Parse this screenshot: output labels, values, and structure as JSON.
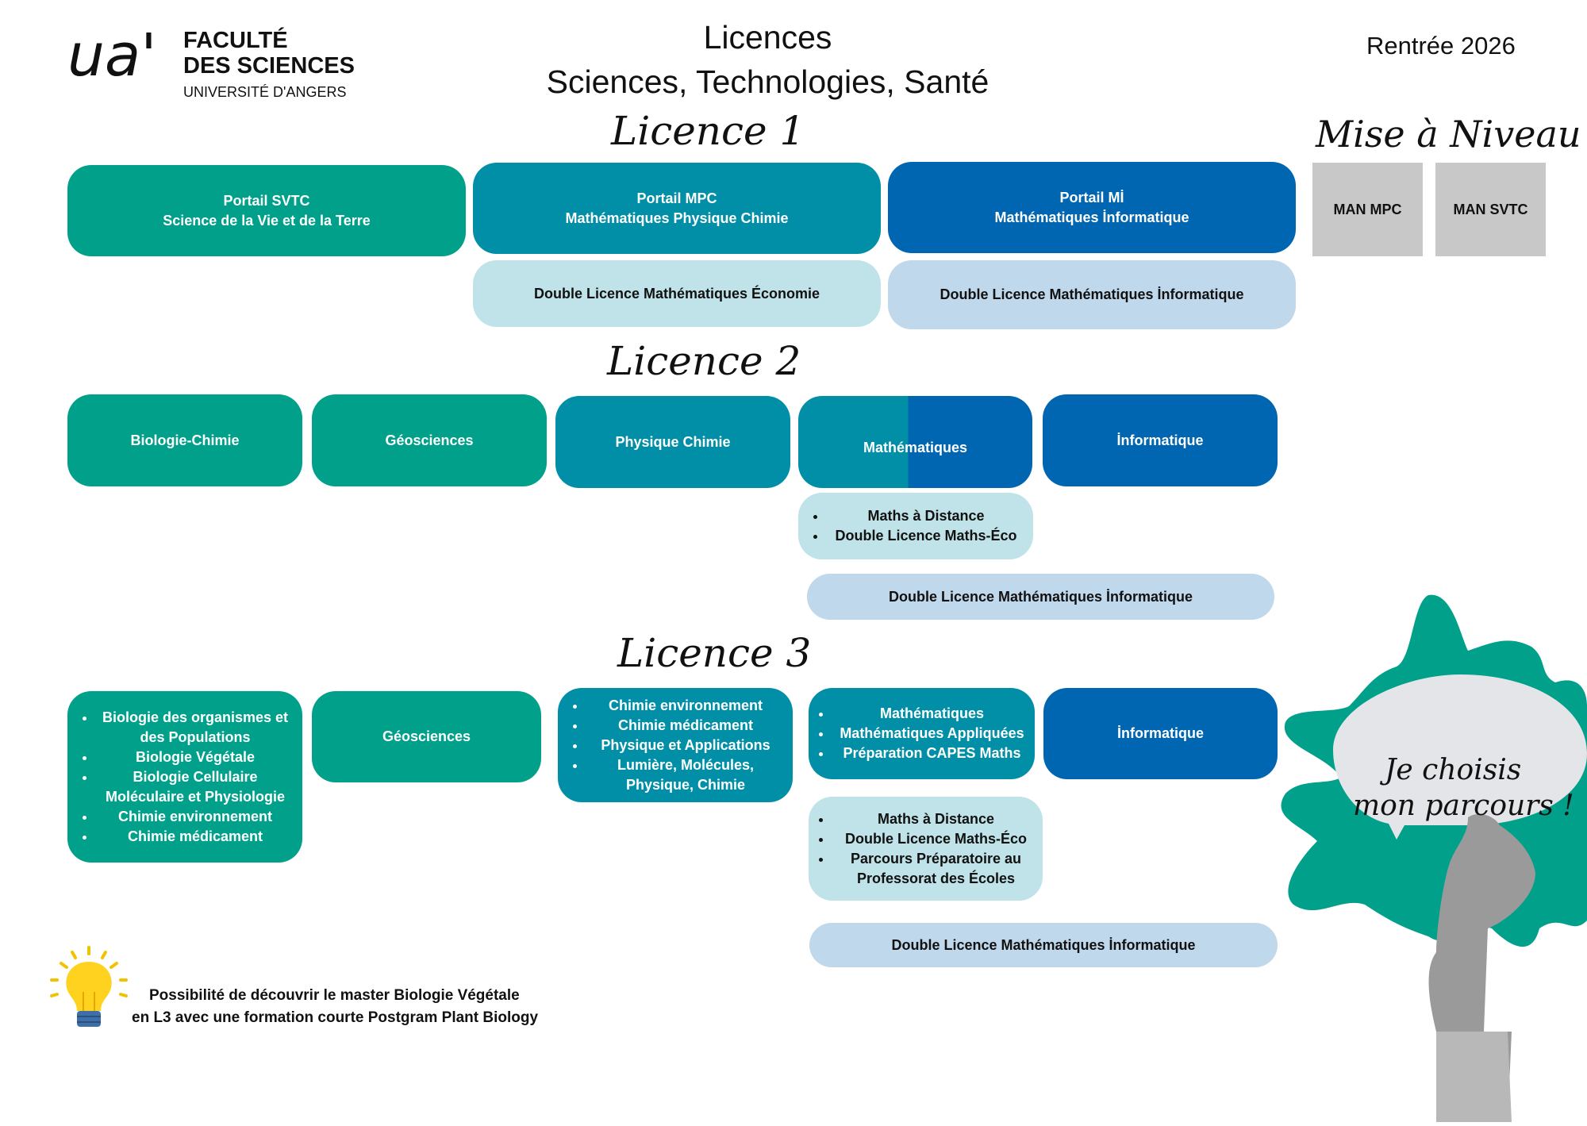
{
  "logo": {
    "mark": "ua'",
    "line1": "FACULTÉ",
    "line2": "DES SCIENCES",
    "line3": "UNIVERSITÉ D'ANGERS"
  },
  "header": {
    "title_line1": "Licences",
    "title_line2": "Sciences, Technologies, Santé",
    "rentree": "Rentrée 2026"
  },
  "colors": {
    "green": "#00a08a",
    "teal": "#008fa6",
    "blue": "#0066b1",
    "light_cyan": "#bfe3e8",
    "light_blue": "#bfd8eb",
    "gray": "#c8c8c8"
  },
  "licence1": {
    "heading": "Licence 1",
    "svtc": {
      "line1": "Portail SVTC",
      "line2": "Science de la Vie et de la Terre"
    },
    "mpc": {
      "line1": "Portail MPC",
      "line2": "Mathématiques Physique Chimie"
    },
    "mi": {
      "line1": "Portail Mİ",
      "line2": "Mathématiques İnformatique"
    },
    "double_math_eco": "Double Licence Mathématiques Économie",
    "double_math_info": "Double Licence Mathématiques İnformatique"
  },
  "mise_a_niveau": {
    "heading": "Mise à Niveau",
    "man_mpc": "MAN MPC",
    "man_svtc": "MAN SVTC"
  },
  "licence2": {
    "heading": "Licence 2",
    "bio_chimie": "Biologie-Chimie",
    "geosciences": "Géosciences",
    "physique_chimie": "Physique Chimie",
    "mathematiques": "Mathématiques",
    "informatique": "İnformatique",
    "math_options": [
      "Maths à Distance",
      "Double Licence Maths-Éco"
    ],
    "double_math_info": "Double Licence Mathématiques İnformatique"
  },
  "licence3": {
    "heading": "Licence 3",
    "bio_list": [
      "Biologie des organismes et des Populations",
      "Biologie Végétale",
      "Biologie Cellulaire Moléculaire et Physiologie",
      "Chimie environnement",
      "Chimie médicament"
    ],
    "geosciences": "Géosciences",
    "chimie_list": [
      "Chimie environnement",
      "Chimie médicament",
      "Physique et Applications",
      "Lumière, Molécules, Physique, Chimie"
    ],
    "math_list": [
      "Mathématiques",
      "Mathématiques Appliquées",
      "Préparation CAPES Maths"
    ],
    "informatique": "İnformatique",
    "math_options": [
      "Maths à Distance",
      "Double Licence Maths-Éco",
      "Parcours Préparatoire au Professorat des Écoles"
    ],
    "double_math_info": "Double Licence Mathématiques İnformatique"
  },
  "tip": {
    "icon": "lightbulb-icon",
    "line1": "Possibilité de découvrir le master Biologie Végétale",
    "line2": "en L3 avec une formation courte Postgram Plant Biology"
  },
  "bubble": {
    "line1": "Je choisis",
    "line2": "mon parcours !"
  }
}
